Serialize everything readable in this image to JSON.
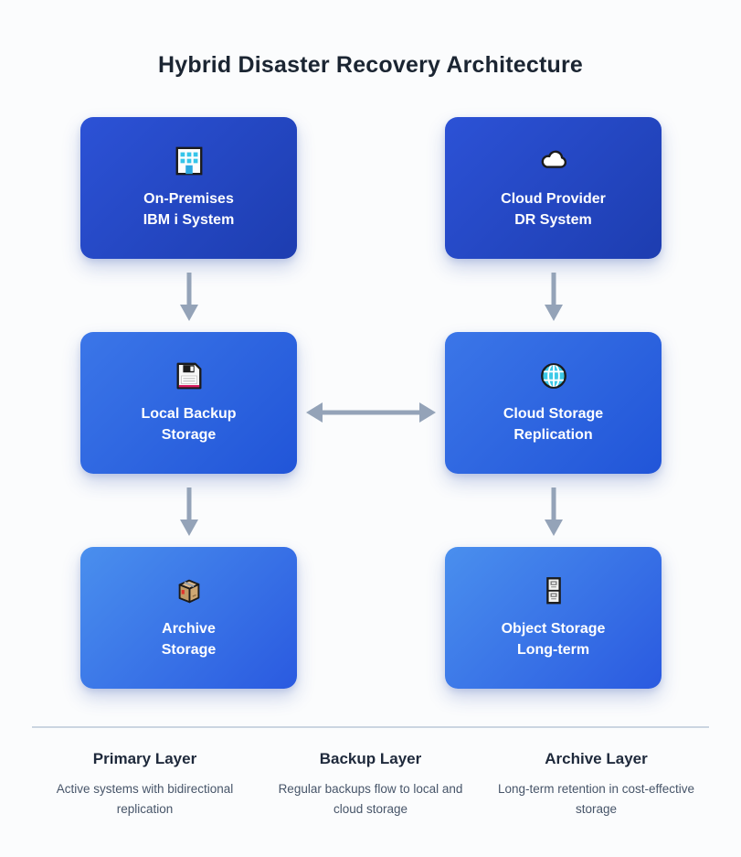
{
  "title": "Hybrid Disaster Recovery Architecture",
  "cards": [
    {
      "id": "on-premises",
      "icon": "office-building-icon",
      "line1": "On-Premises",
      "line2": "IBM i System"
    },
    {
      "id": "cloud-provider",
      "icon": "cloud-icon",
      "line1": "Cloud Provider",
      "line2": "DR System"
    },
    {
      "id": "local-backup",
      "icon": "floppy-disk-icon",
      "line1": "Local Backup",
      "line2": "Storage"
    },
    {
      "id": "cloud-storage",
      "icon": "globe-icon",
      "line1": "Cloud Storage",
      "line2": "Replication"
    },
    {
      "id": "archive",
      "icon": "package-icon",
      "line1": "Archive",
      "line2": "Storage"
    },
    {
      "id": "object-storage",
      "icon": "file-cabinet-icon",
      "line1": "Object Storage",
      "line2": "Long-term"
    }
  ],
  "connections": [
    {
      "from": "on-premises",
      "to": "local-backup",
      "type": "down"
    },
    {
      "from": "cloud-provider",
      "to": "cloud-storage",
      "type": "down"
    },
    {
      "from": "local-backup",
      "to": "cloud-storage",
      "type": "bidirectional"
    },
    {
      "from": "local-backup",
      "to": "archive",
      "type": "down"
    },
    {
      "from": "cloud-storage",
      "to": "object-storage",
      "type": "down"
    }
  ],
  "legend": [
    {
      "heading": "Primary Layer",
      "description": "Active systems with bidirectional replication"
    },
    {
      "heading": "Backup Layer",
      "description": "Regular backups flow to local and cloud storage"
    },
    {
      "heading": "Archive Layer",
      "description": "Long-term retention in cost-effective storage"
    }
  ],
  "colors": {
    "card_row1_start": "#2c52d6",
    "card_row1_end": "#1d3db0",
    "card_row2_start": "#3b76e8",
    "card_row2_end": "#2155d8",
    "card_row3_start": "#4a8fee",
    "card_row3_end": "#2a5ae0",
    "arrow": "#94a3b8",
    "divider": "#cbd5e1",
    "title_text": "#1b2532",
    "legend_heading": "#1e293b",
    "legend_text": "#475569",
    "card_text": "#ffffff"
  }
}
